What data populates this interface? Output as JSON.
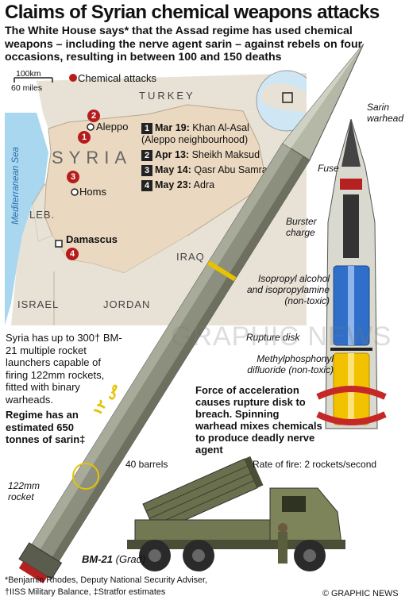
{
  "header": {
    "title": "Claims of Syrian chemical weapons attacks",
    "subtitle": "The White House says* that the Assad regime has used chemical weapons – including the nerve agent sarin – against rebels on four occasions, resulting in between 100 and 150 deaths"
  },
  "map": {
    "scale_km": "100km",
    "scale_miles": "60 miles",
    "legend": "Chemical attacks",
    "countries": {
      "turkey": "TURKEY",
      "syria": "SYRIA",
      "lebanon": "LEB.",
      "israel": "ISRAEL",
      "jordan": "JORDAN",
      "iraq": "IRAQ"
    },
    "sea": "Mediterranean Sea",
    "cities": {
      "aleppo": "Aleppo",
      "homs": "Homs",
      "damascus": "Damascus"
    },
    "markers": [
      "1",
      "2",
      "3",
      "4"
    ],
    "attacks": [
      {
        "num": "1",
        "date": "Mar 19:",
        "place": "Khan Al-Asal (Aleppo neighbourhood)"
      },
      {
        "num": "2",
        "date": "Apr 13:",
        "place": "Sheikh Maksud"
      },
      {
        "num": "3",
        "date": "May 14:",
        "place": "Qasr Abu Samra"
      },
      {
        "num": "4",
        "date": "May 23:",
        "place": "Adra"
      }
    ]
  },
  "warhead": {
    "sarin_warhead": "Sarin warhead",
    "fuse": "Fuse",
    "burster": "Burster charge",
    "isopropyl": "Isopropyl alcohol and isopropylamine (non-toxic)",
    "rupture": "Rupture disk",
    "methyl": "Methylphosphonyl difluoride (non-toxic)",
    "force": "Force of acceleration causes rupture disk to breach. Spinning warhead mixes chemicals to produce deadly nerve agent"
  },
  "left_text": {
    "body": "Syria has up to 300† BM-21 multiple rocket launchers capable of firing 122mm rockets, fitted with binary warheads.",
    "regime": "Regime has an estimated 650 tonnes of sarin‡"
  },
  "truck": {
    "barrels": "40 barrels",
    "rate": "Rate of fire: 2 rockets/second",
    "rocket": "122mm rocket",
    "bm21": "BM-21",
    "grad": "(Grad)"
  },
  "watermark": "GRAPHIC NEWS",
  "footer": {
    "note1": "*Benjamin Rhodes, Deputy National Security Adviser,",
    "note2": "†IISS Military Balance, ‡Stratfor estimates",
    "credit": "© GRAPHIC NEWS"
  },
  "colors": {
    "attack_red": "#b71c1c",
    "land": "#ead9c0",
    "sea": "#a9d7ef",
    "rocket_body": "#8c8f7e",
    "blue_chem": "#2f6fc9",
    "yellow_chem": "#f2c200"
  }
}
